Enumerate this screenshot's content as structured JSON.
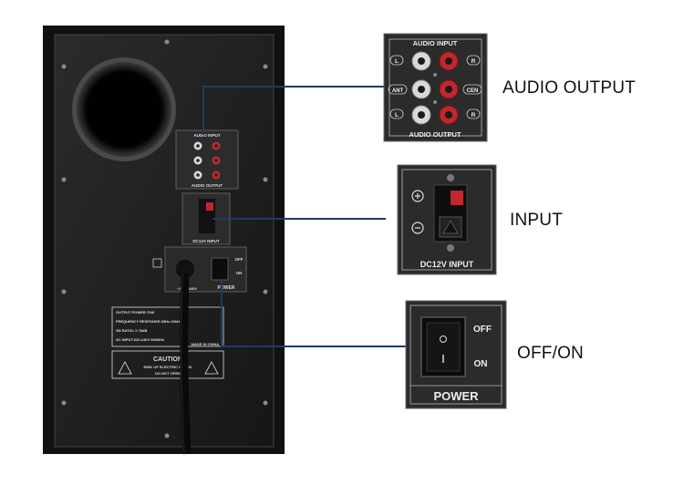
{
  "callouts": {
    "audio_output": "AUDIO OUTPUT",
    "input": "INPUT",
    "off_on": "OFF/ON"
  },
  "panel": {
    "audio_input_title": "AUDIO INPUT",
    "audio_output_title": "AUDIO OUTPUT",
    "left": "L",
    "right": "R",
    "ant": "ANT",
    "cen": "CEN",
    "dc_input": "DC12V INPUT",
    "off": "OFF",
    "on": "ON",
    "power": "POWER",
    "voltage": "~220V 240V",
    "caution": "CAUTION",
    "caution_line1": "RISK OF ELECTRIC SHOCK",
    "caution_line2": "DO NOT OPEN",
    "made_in": "MADE IN CHINA",
    "spec1": "OUTPUT POWER:70W",
    "spec2": "FREQUENCY RESPONSE:35Hz-20kHz",
    "spec3": "SN RATIO: ≥ 78dB",
    "spec4": "AC INPUT:220-240V 50/60Hz"
  },
  "colors": {
    "cabinet": "#1d1d1d",
    "panel": "#2a2a2a",
    "leader_line": "#1f3a66",
    "jack_red": "#c0282c",
    "jack_white": "#d9d9d9"
  }
}
